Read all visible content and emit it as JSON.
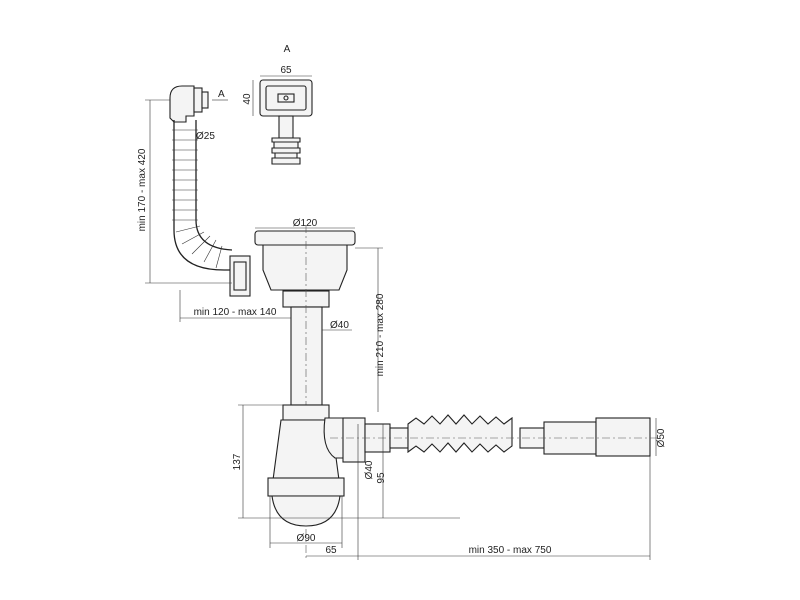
{
  "drawing": {
    "view_label": "A",
    "section_marker": "A",
    "labels": {
      "detail_width": "65",
      "detail_height": "40",
      "overflow_diameter": "Ø25",
      "overflow_hose_length": "min 170 - max 420",
      "strainer_diameter": "Ø120",
      "overflow_offset": "min 120 - max 140",
      "pipe_diameter": "Ø40",
      "pipe_length": "min 210 - max 280",
      "trap_height": "137",
      "outlet_diameter": "Ø40",
      "outlet_height": "95",
      "hose_end_diameter": "Ø50",
      "cup_diameter": "Ø90",
      "outlet_offset": "65",
      "drain_hose_length": "min 350 - max 750"
    }
  }
}
